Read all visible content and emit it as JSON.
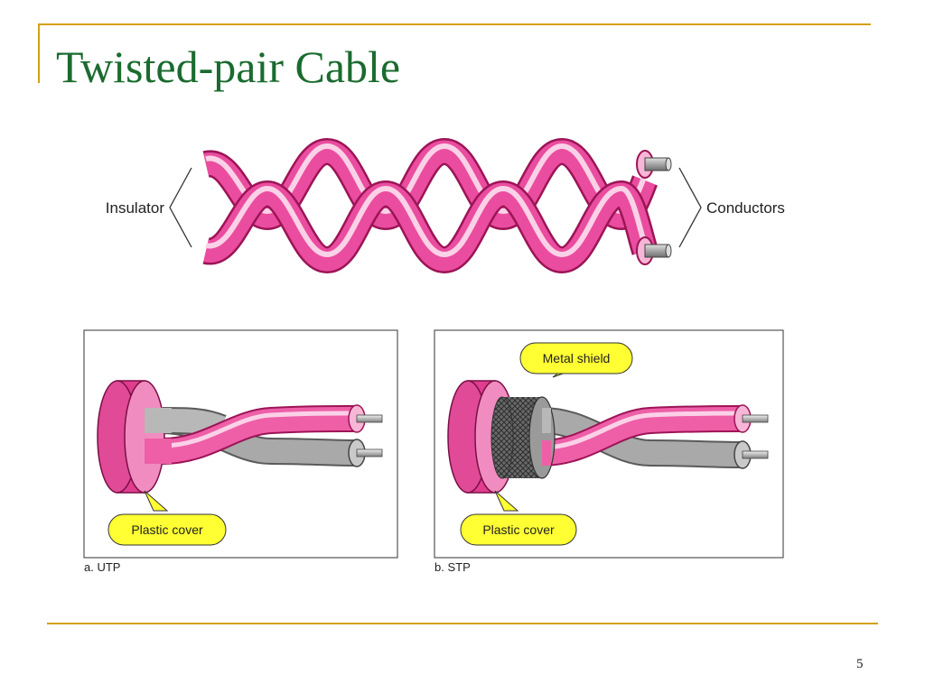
{
  "slide": {
    "title": "Twisted-pair Cable",
    "page_number": "5"
  },
  "twisted_pair": {
    "left_label": "Insulator",
    "right_label": "Conductors"
  },
  "utp": {
    "callout": "Plastic cover",
    "caption": "a. UTP"
  },
  "stp": {
    "shield_callout": "Metal shield",
    "cover_callout": "Plastic cover",
    "caption": "b. STP"
  },
  "colors": {
    "title": "#1a6b2f",
    "frame": "#d4a017",
    "cable_pink": "#e8449a",
    "callout_yellow": "#ffff33"
  }
}
